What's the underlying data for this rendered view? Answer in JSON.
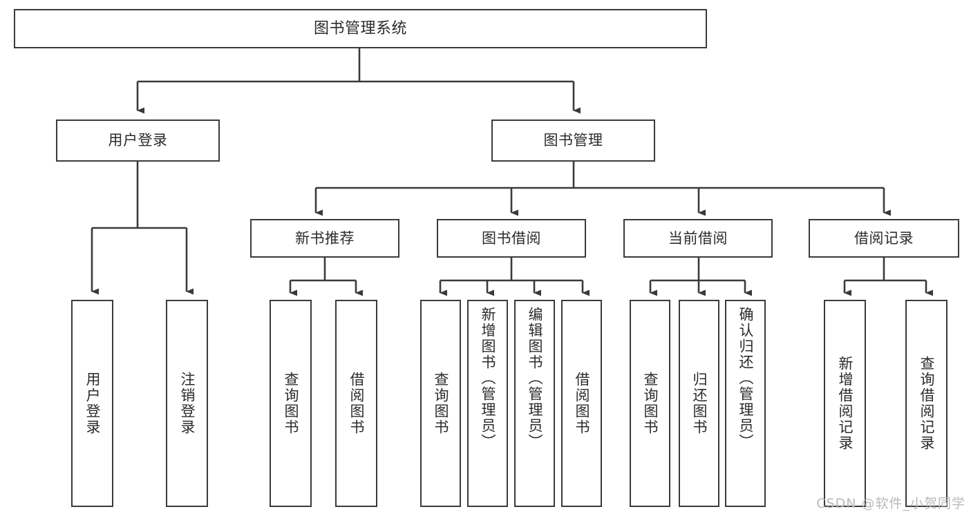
{
  "diagram": {
    "title": "图书管理系统",
    "type": "tree",
    "watermark": "CSDN @软件_小贺同学",
    "line_color": "#3a3a3a",
    "box_fill": "#ffffff",
    "text_color": "#2b2b2b",
    "nodes": {
      "root": {
        "label": "图书管理系统"
      },
      "l1": [
        {
          "label": "用户登录"
        },
        {
          "label": "图书管理"
        }
      ],
      "l2": [
        {
          "label": "新书推荐"
        },
        {
          "label": "图书借阅"
        },
        {
          "label": "当前借阅"
        },
        {
          "label": "借阅记录"
        }
      ],
      "leaves": {
        "user_login": [
          {
            "label": "用户登录"
          },
          {
            "label": "注销登录"
          }
        ],
        "new_book": [
          {
            "label": "查询图书"
          },
          {
            "label": "借阅图书"
          }
        ],
        "borrow": [
          {
            "label": "查询图书"
          },
          {
            "label": "新增图书（管理员）"
          },
          {
            "label": "编辑图书（管理员）"
          },
          {
            "label": "借阅图书"
          }
        ],
        "current": [
          {
            "label": "查询图书"
          },
          {
            "label": "归还图书"
          },
          {
            "label": "确认归还（管理员）"
          }
        ],
        "records": [
          {
            "label": "新增借阅记录"
          },
          {
            "label": "查询借阅记录"
          }
        ]
      }
    }
  }
}
